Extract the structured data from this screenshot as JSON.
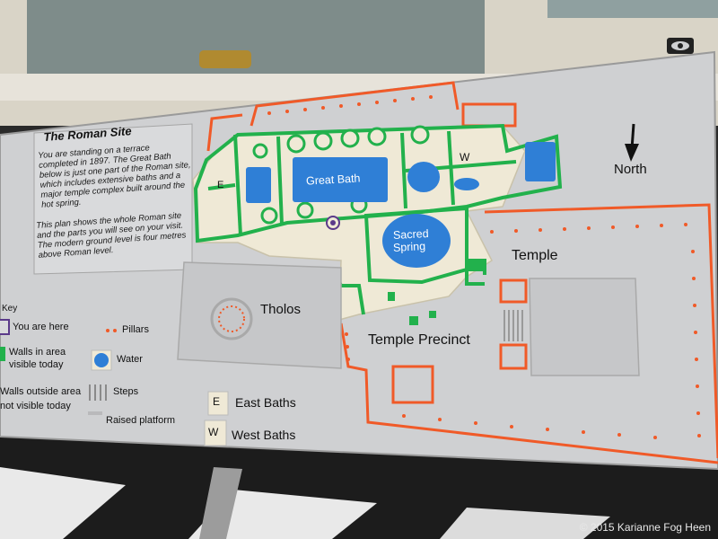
{
  "panel": {
    "title": "The Roman Site",
    "intro_1": "You are standing on a terrace completed in 1897. The Great Bath below is just one part of the Roman site, which includes extensive baths and a major temple complex built around the hot spring.",
    "intro_2": "This plan shows the whole Roman site and the parts you will see on your visit. The modern ground level is four metres above Roman level."
  },
  "map_labels": {
    "great_bath": "Great Bath",
    "sacred_spring_1": "Sacred",
    "sacred_spring_2": "Spring",
    "temple": "Temple",
    "tholos": "Tholos",
    "temple_precinct": "Temple Precinct",
    "north": "North",
    "east_marker": "E",
    "west_marker": "W"
  },
  "key": {
    "heading": "Key",
    "you_are_here": "You are here",
    "walls_visible_1": "Walls in area",
    "walls_visible_2": "visible today",
    "walls_outside_1": "Walls outside area",
    "walls_outside_2": "not visible today",
    "pillars": "Pillars",
    "water": "Water",
    "steps": "Steps",
    "raised_platform": "Raised platform",
    "east_baths": "East Baths",
    "west_baths": "West Baths",
    "east_tile": "E",
    "west_tile": "W"
  },
  "colors": {
    "walls_visible": "#22b14c",
    "walls_hidden": "#f05a28",
    "water": "#2f7fd6",
    "platform": "#efe9d6",
    "panel": "#cfd0d2"
  },
  "credit": "© 2015 Karianne Fog Heen"
}
